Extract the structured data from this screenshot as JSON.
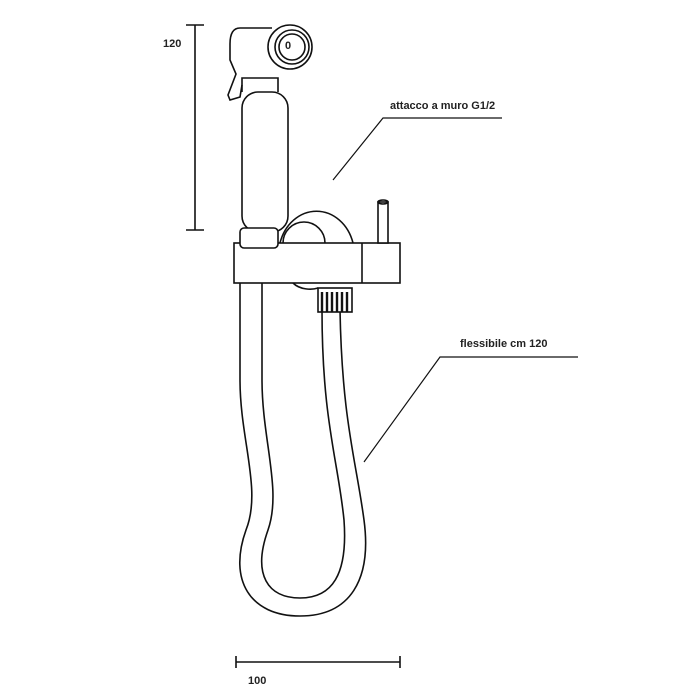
{
  "dimensions": {
    "height_label": "120",
    "width_label": "100"
  },
  "callouts": {
    "wall_connection": "attacco a muro G1/2",
    "hose": "flessibile cm 120"
  },
  "spray_head_marking": "0"
}
